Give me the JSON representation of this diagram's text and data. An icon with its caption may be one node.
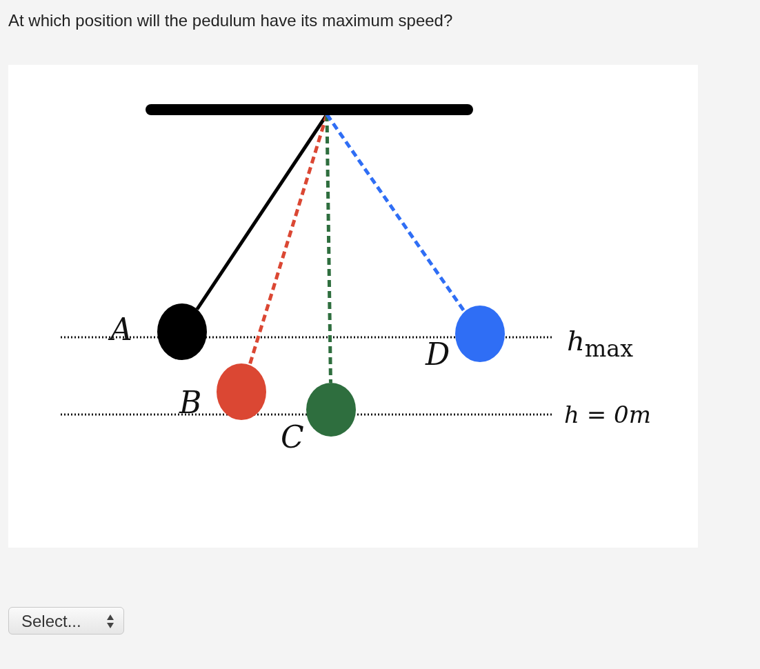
{
  "diagram": {
    "title": "At which position will the pedulum have its maximum speed?",
    "nodes": [
      {
        "text": [],
        "shape": "bar"
      },
      {
        "text": [],
        "shape": "circle",
        "beside": [
          "A"
        ]
      },
      {
        "text": [],
        "shape": "circle",
        "beside": [
          "B"
        ]
      },
      {
        "text": [],
        "shape": "circle",
        "beside": [
          "C"
        ]
      },
      {
        "text": [],
        "shape": "circle",
        "beside": [
          "D"
        ]
      }
    ],
    "edges": [
      {
        "from": 0,
        "to": 1,
        "arrow": "none"
      },
      {
        "from": 0,
        "to": 2,
        "arrow": "none",
        "style": "dashed",
        "color": "#db4733"
      },
      {
        "from": 0,
        "to": 3,
        "arrow": "none",
        "style": "dashed",
        "color": "#2e6e3e"
      },
      {
        "from": 0,
        "to": 4,
        "arrow": "none",
        "style": "dashed",
        "color": "#2f6ef5"
      }
    ],
    "labels": [
      "*h*$_{max}$",
      "*h* = *0m*",
      "Select..."
    ]
  }
}
